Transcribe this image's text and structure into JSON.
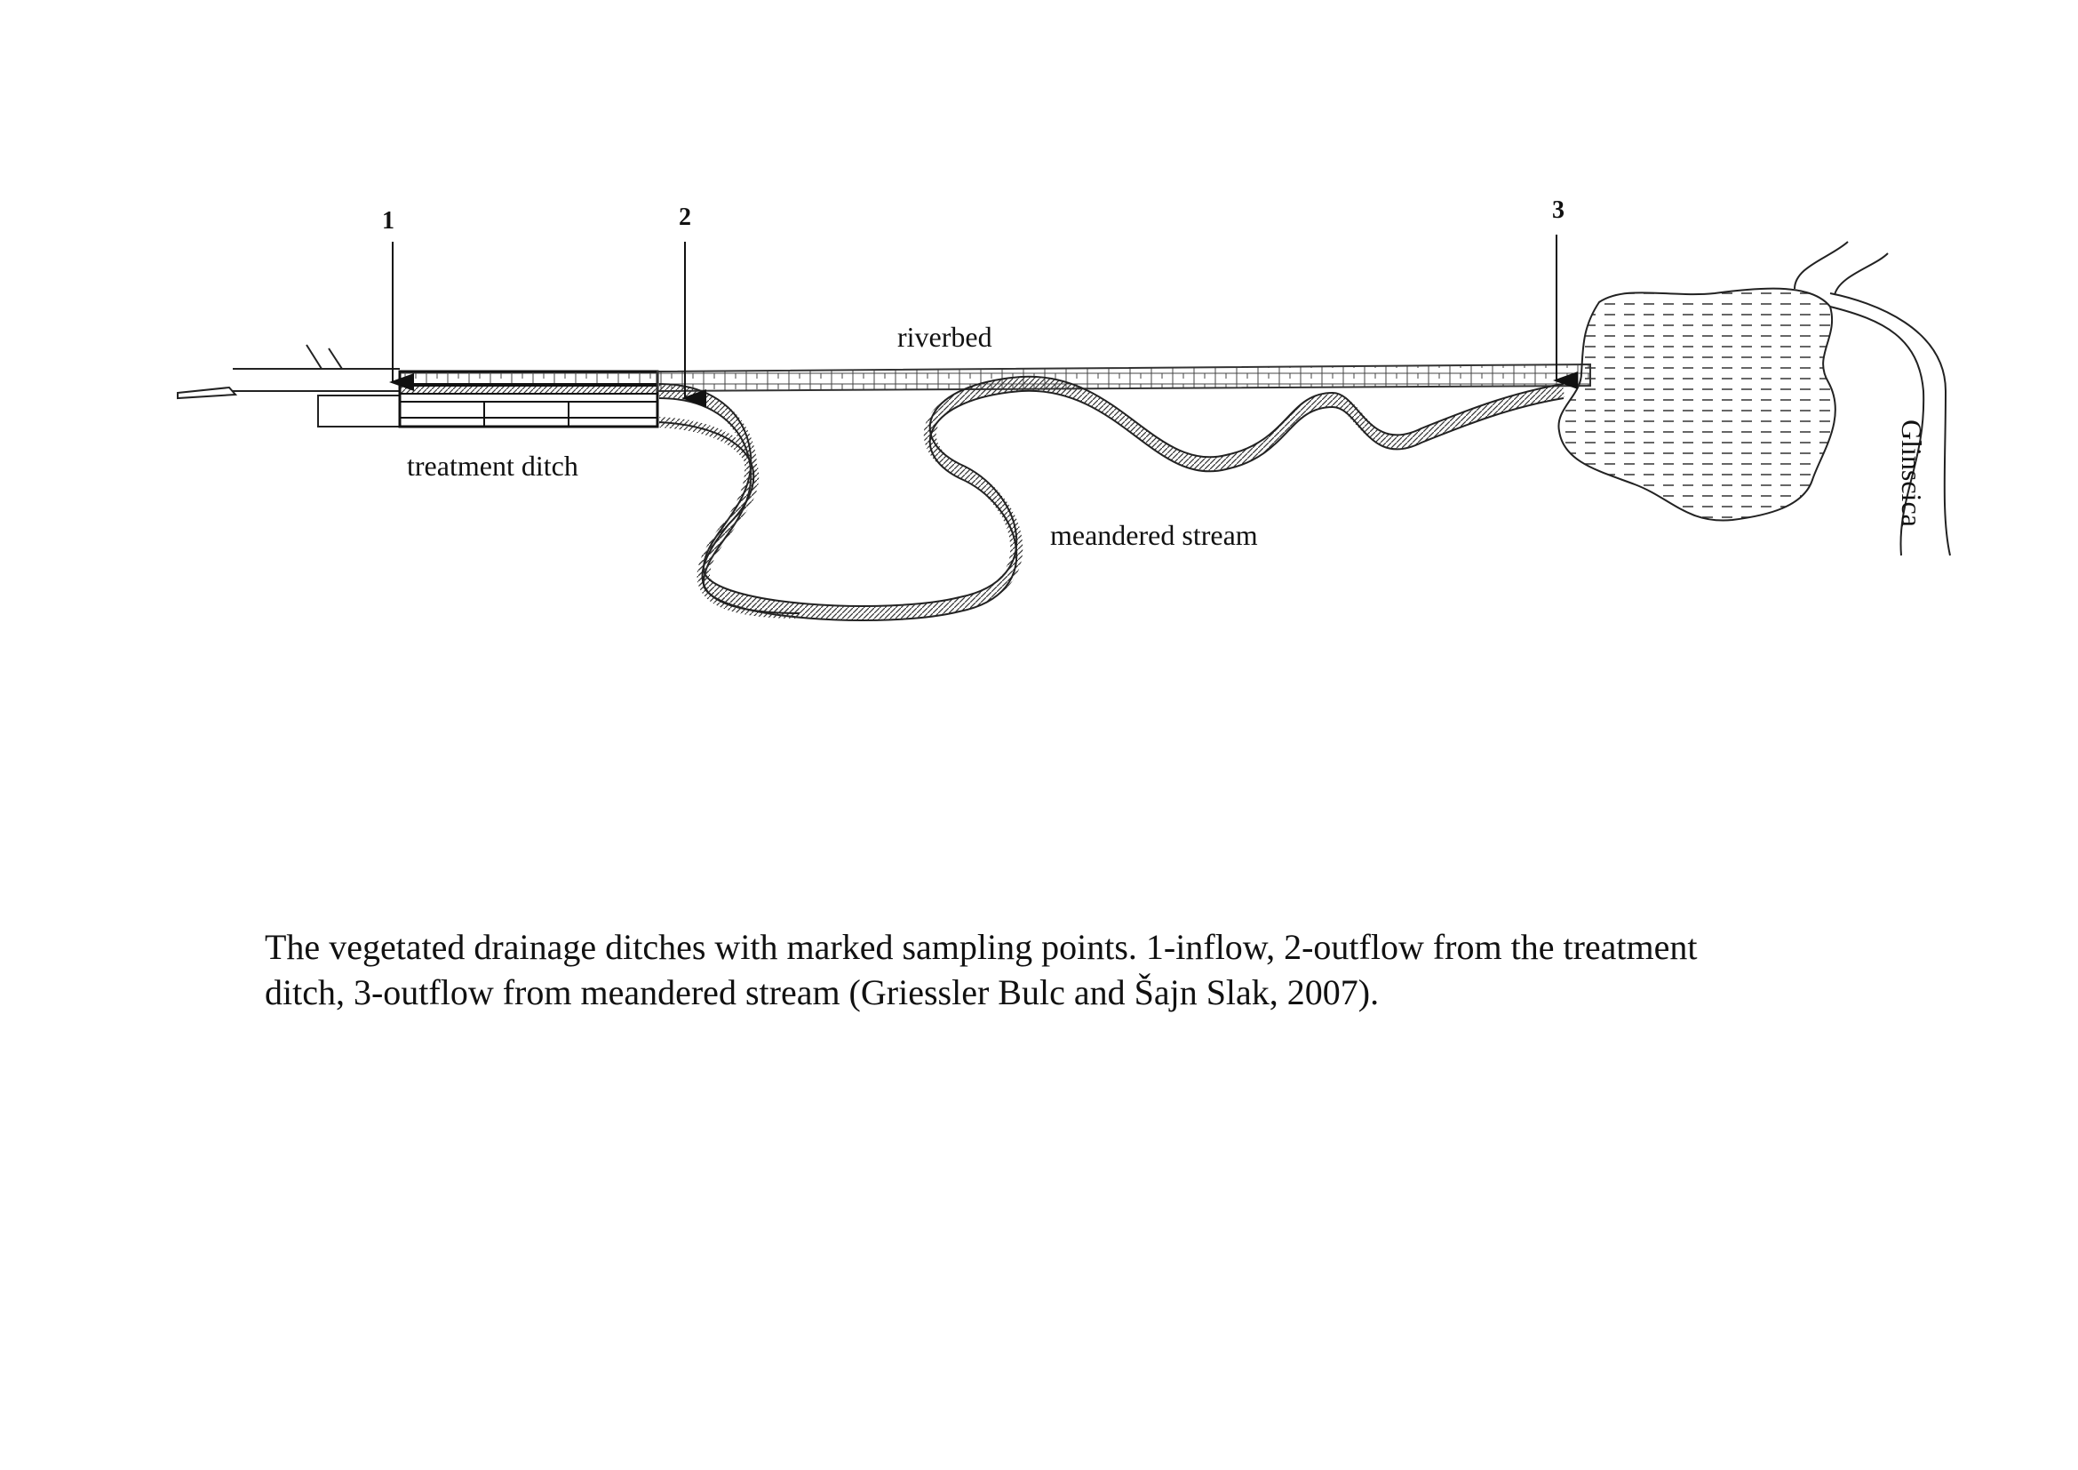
{
  "diagram": {
    "sampling_points": [
      "1",
      "2",
      "3"
    ],
    "labels": {
      "riverbed": "riverbed",
      "treatment_ditch": "treatment ditch",
      "meandered_stream": "meandered stream",
      "river": "Glinscica"
    },
    "caption_line1": "The vegetated drainage ditches with marked sampling points. 1-inflow, 2-outflow from the treatment",
    "caption_line2": "ditch, 3-outflow from meandered stream (Griessler Bulc and Šajn Slak, 2007)."
  }
}
